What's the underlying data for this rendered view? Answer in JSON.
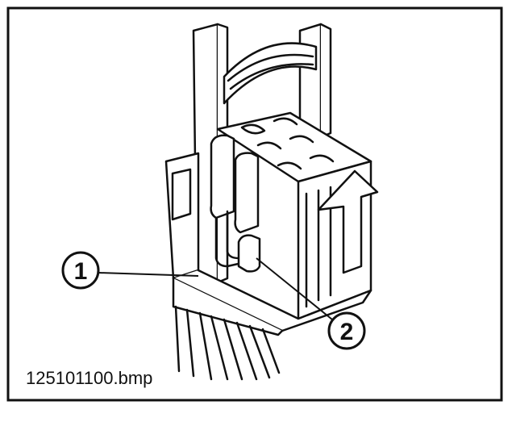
{
  "callouts": [
    {
      "label": "1"
    },
    {
      "label": "2"
    }
  ],
  "filename": "125101100.bmp"
}
